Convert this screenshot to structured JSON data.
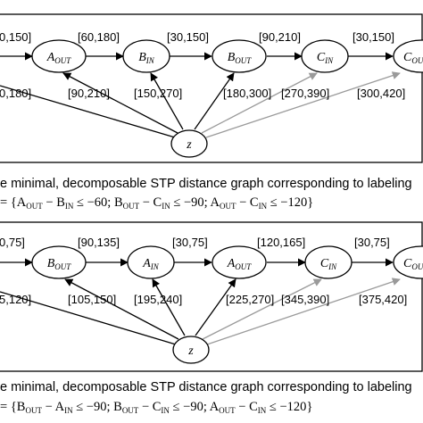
{
  "panels": [
    {
      "nodes": [
        {
          "base": "A",
          "sub": "OUT"
        },
        {
          "base": "B",
          "sub": "IN"
        },
        {
          "base": "B",
          "sub": "OUT"
        },
        {
          "base": "C",
          "sub": "IN"
        },
        {
          "base": "C",
          "sub": "OUT"
        }
      ],
      "z_node": "z",
      "top_labels": [
        "0,150]",
        "[60,180]",
        "[30,150]",
        "[90,210]",
        "[30,150]"
      ],
      "bottom_labels": [
        "0,180]",
        "[90,210]",
        "[150,270]",
        "[180,300]",
        "[270,390]",
        "[300,420]"
      ],
      "caption_line1": "e minimal, decomposable STP distance graph  corresponding to labeling",
      "caption_line2_prefix": "=",
      "constraints": [
        {
          "left": "A",
          "left_sub": "OUT",
          "right": "B",
          "right_sub": "IN",
          "bound": "−60"
        },
        {
          "left": "B",
          "left_sub": "OUT",
          "right": "C",
          "right_sub": "IN",
          "bound": "−90"
        },
        {
          "left": "A",
          "left_sub": "OUT",
          "right": "C",
          "right_sub": "IN",
          "bound": "−120"
        }
      ]
    },
    {
      "nodes": [
        {
          "base": "B",
          "sub": "OUT"
        },
        {
          "base": "A",
          "sub": "IN"
        },
        {
          "base": "A",
          "sub": "OUT"
        },
        {
          "base": "C",
          "sub": "IN"
        },
        {
          "base": "C",
          "sub": "OUT"
        }
      ],
      "z_node": "z",
      "top_labels": [
        "0,75]",
        "[90,135]",
        "[30,75]",
        "[120,165]",
        "[30,75]"
      ],
      "bottom_labels": [
        "5,120]",
        "[105,150]",
        "[195,240]",
        "[225,270]",
        "[345,390]",
        "[375,420]"
      ],
      "caption_line1": "e minimal, decomposable STP distance graph  corresponding to labeling",
      "caption_line2_prefix": "=",
      "constraints": [
        {
          "left": "B",
          "left_sub": "OUT",
          "right": "A",
          "right_sub": "IN",
          "bound": "−90"
        },
        {
          "left": "B",
          "left_sub": "OUT",
          "right": "C",
          "right_sub": "IN",
          "bound": "−90"
        },
        {
          "left": "A",
          "left_sub": "OUT",
          "right": "C",
          "right_sub": "IN",
          "bound": "−120"
        }
      ]
    }
  ]
}
